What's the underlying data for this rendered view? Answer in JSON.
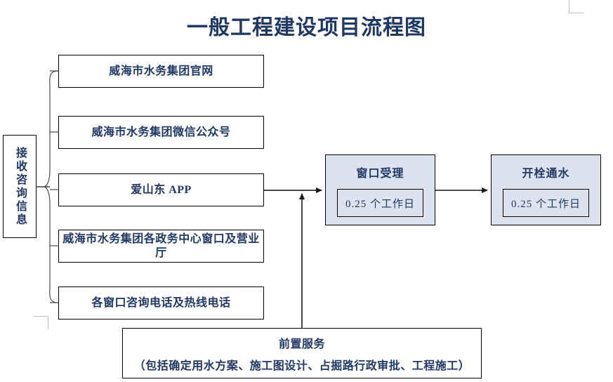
{
  "title": "一般工程建设项目流程图",
  "colors": {
    "title_text": "#1f3864",
    "box_text": "#1f3864",
    "box_border": "#000000",
    "stage_fill": "#dce3ef",
    "page_bg": "#ffffff",
    "corner_mark": "#bfbfbf"
  },
  "source_node": {
    "label": "接收咨询信息",
    "orientation": "vertical"
  },
  "channels": [
    {
      "label": "威海市水务集团官网"
    },
    {
      "label": "威海市水务集团微信公众号"
    },
    {
      "label": "爱山东 APP"
    },
    {
      "label": "威海市水务集团各政务中心窗口及营业厅"
    },
    {
      "label": "各窗口咨询电话及热线电话"
    }
  ],
  "stages": [
    {
      "title": "窗口受理",
      "duration": "0.25 个工作日"
    },
    {
      "title": "开栓通水",
      "duration": "0.25 个工作日"
    }
  ],
  "pre_service": {
    "line1": "前置服务",
    "line2": "（包括确定用水方案、施工图设计、占掘路行政审批、工程施工）"
  }
}
